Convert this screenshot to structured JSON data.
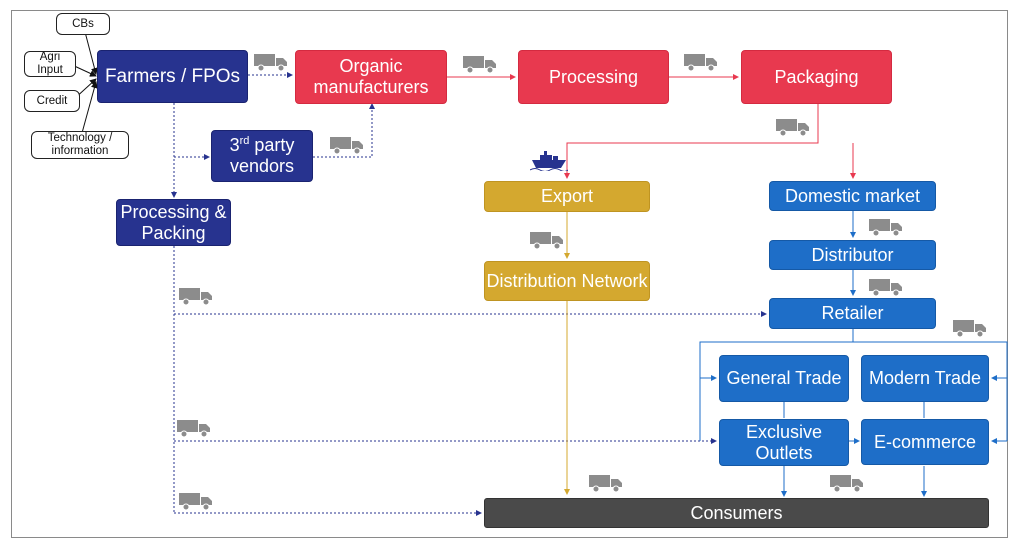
{
  "inputs": {
    "cbs": "CBs",
    "agri_input": "Agri Input",
    "credit": "Credit",
    "technology": "Technology / information"
  },
  "nodes": {
    "farmers": "Farmers / FPOs",
    "organic": "Organic manufacturers",
    "processing": "Processing",
    "packaging": "Packaging",
    "third_party_sup": "rd",
    "third_party_pre": "3",
    "third_party_post": " party vendors",
    "proc_pack": "Processing & Packing",
    "export": "Export",
    "distribution_network": "Distribution Network",
    "domestic": "Domestic market",
    "distributor": "Distributor",
    "retailer": "Retailer",
    "general_trade": "General Trade",
    "modern_trade": "Modern Trade",
    "exclusive_outlets": "Exclusive Outlets",
    "ecommerce": "E-commerce",
    "consumers": "Consumers"
  },
  "icons": {
    "truck": "truck-icon",
    "ship": "ship-icon"
  },
  "colors": {
    "navy": "#27338f",
    "red": "#e8394f",
    "blue": "#1e6ec8",
    "gold": "#d4a82f",
    "dark": "#4a4a4a",
    "truck": "#8c8c8c"
  }
}
